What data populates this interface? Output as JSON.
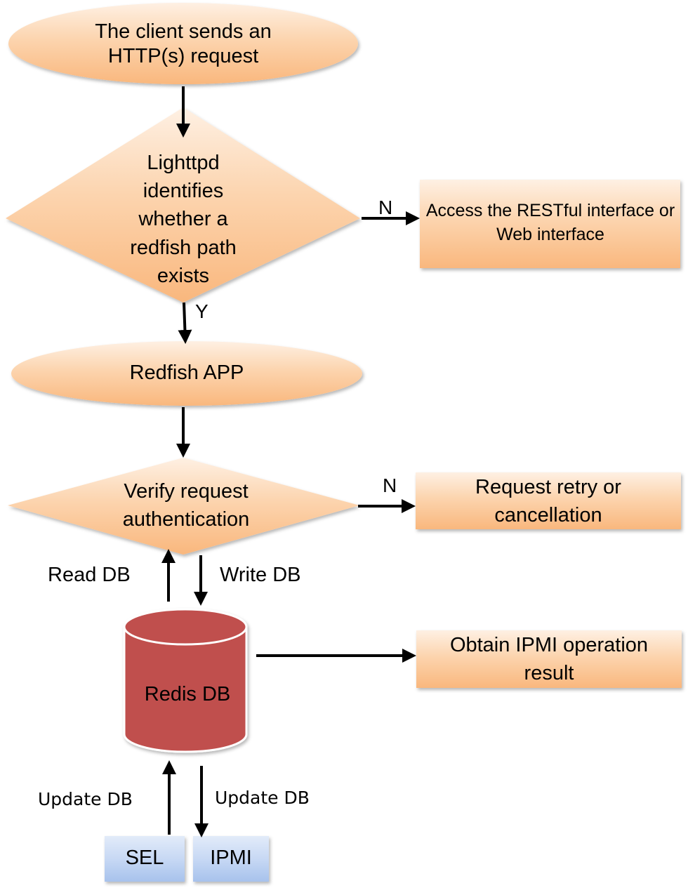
{
  "nodes": {
    "client_request": "The client sends an HTTP(s) request",
    "lighttpd_check": "Lighttpd identifies whether a redfish path exists",
    "restful_access": "Access the RESTful interface or Web interface",
    "redfish_app": "Redfish APP",
    "verify_auth": "Verify request authentication",
    "retry_cancel": "Request retry or cancellation",
    "redis_db": "Redis DB",
    "ipmi_result": "Obtain IPMI operation result",
    "sel": "SEL",
    "ipmi": "IPMI"
  },
  "edge_labels": {
    "lighttpd_no": "N",
    "lighttpd_yes": "Y",
    "auth_no": "N",
    "read_db": "Read DB",
    "write_db": "Write DB",
    "sel_update_db": "Update DB",
    "ipmi_update_db": "Update DB"
  },
  "colors": {
    "node_fill_light": "#FDEADA",
    "node_fill_dark": "#F9B97F",
    "db_fill": "#C0504D",
    "db_top": "#C0504D",
    "db_stroke": "#FFFFFF",
    "source_fill_light": "#DCE6F7",
    "source_fill_dark": "#A9C4EE",
    "arrow": "#000000"
  }
}
